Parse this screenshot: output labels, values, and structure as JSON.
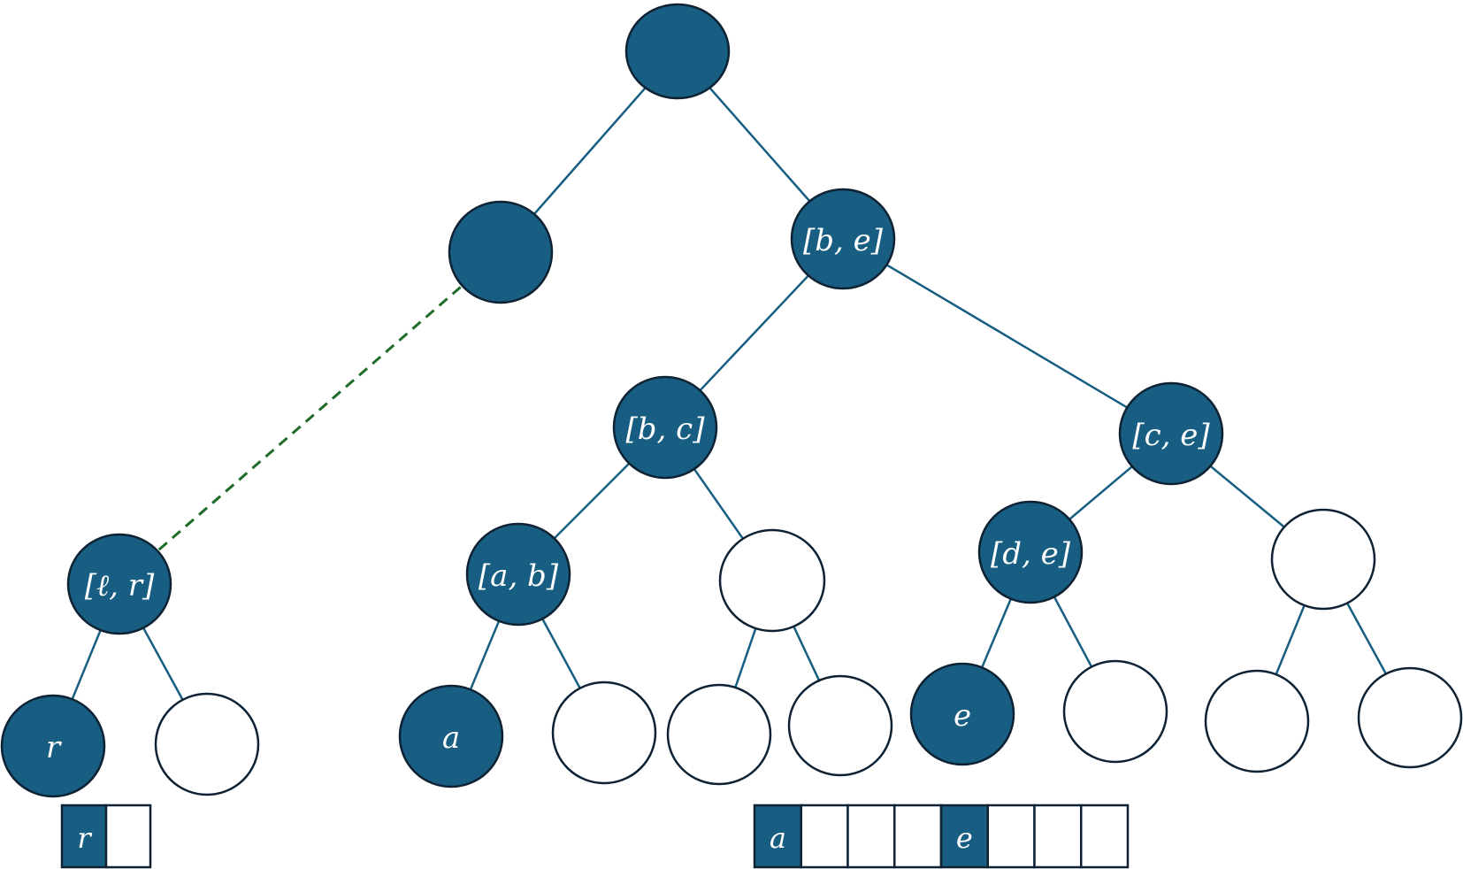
{
  "colors": {
    "filled": "#175e82",
    "edge": "#175e82",
    "outline": "#0e2233",
    "dashed": "#1f6b2a",
    "empty": "#ffffff"
  },
  "nodes": [
    {
      "id": "root",
      "label": "",
      "filled": true
    },
    {
      "id": "n-left",
      "label": "",
      "filled": true
    },
    {
      "id": "n-be",
      "label": "[b, e]",
      "filled": true
    },
    {
      "id": "n-bc",
      "label": "[b, c]",
      "filled": true
    },
    {
      "id": "n-ce",
      "label": "[c, e]",
      "filled": true
    },
    {
      "id": "n-lr",
      "label": "[ℓ, r]",
      "filled": true
    },
    {
      "id": "n-ab",
      "label": "[a, b]",
      "filled": true
    },
    {
      "id": "n-bc-right",
      "label": "",
      "filled": false
    },
    {
      "id": "n-de",
      "label": "[d, e]",
      "filled": true
    },
    {
      "id": "n-ce-right",
      "label": "",
      "filled": false
    },
    {
      "id": "leaf-r",
      "label": "r",
      "filled": true
    },
    {
      "id": "leaf-lr-right",
      "label": "",
      "filled": false
    },
    {
      "id": "leaf-a",
      "label": "a",
      "filled": true
    },
    {
      "id": "leaf-ab-right",
      "label": "",
      "filled": false
    },
    {
      "id": "leaf-bcr-left",
      "label": "",
      "filled": false
    },
    {
      "id": "leaf-bcr-right",
      "label": "",
      "filled": false
    },
    {
      "id": "leaf-e",
      "label": "e",
      "filled": true
    },
    {
      "id": "leaf-de-right",
      "label": "",
      "filled": false
    },
    {
      "id": "leaf-cer-left",
      "label": "",
      "filled": false
    },
    {
      "id": "leaf-cer-right",
      "label": "",
      "filled": false
    }
  ],
  "edges": [
    {
      "from": "root",
      "to": "n-left",
      "style": "solid"
    },
    {
      "from": "root",
      "to": "n-be",
      "style": "solid"
    },
    {
      "from": "n-be",
      "to": "n-bc",
      "style": "solid"
    },
    {
      "from": "n-be",
      "to": "n-ce",
      "style": "solid"
    },
    {
      "from": "n-bc",
      "to": "n-ab",
      "style": "solid"
    },
    {
      "from": "n-bc",
      "to": "n-bc-right",
      "style": "solid"
    },
    {
      "from": "n-ce",
      "to": "n-de",
      "style": "solid"
    },
    {
      "from": "n-ce",
      "to": "n-ce-right",
      "style": "solid"
    },
    {
      "from": "n-lr",
      "to": "leaf-r",
      "style": "solid"
    },
    {
      "from": "n-lr",
      "to": "leaf-lr-right",
      "style": "solid"
    },
    {
      "from": "n-ab",
      "to": "leaf-a",
      "style": "solid"
    },
    {
      "from": "n-ab",
      "to": "leaf-ab-right",
      "style": "solid"
    },
    {
      "from": "n-bc-right",
      "to": "leaf-bcr-left",
      "style": "solid"
    },
    {
      "from": "n-bc-right",
      "to": "leaf-bcr-right",
      "style": "solid"
    },
    {
      "from": "n-de",
      "to": "leaf-e",
      "style": "solid"
    },
    {
      "from": "n-de",
      "to": "leaf-de-right",
      "style": "solid"
    },
    {
      "from": "n-ce-right",
      "to": "leaf-cer-left",
      "style": "solid"
    },
    {
      "from": "n-ce-right",
      "to": "leaf-cer-right",
      "style": "solid"
    },
    {
      "from": "n-left",
      "to": "n-lr",
      "style": "dashed"
    }
  ],
  "arrays": [
    {
      "id": "array-left",
      "cells": [
        {
          "label": "r",
          "filled": true
        },
        {
          "label": "",
          "filled": false
        }
      ]
    },
    {
      "id": "array-right",
      "cells": [
        {
          "label": "a",
          "filled": true
        },
        {
          "label": "",
          "filled": false
        },
        {
          "label": "",
          "filled": false
        },
        {
          "label": "",
          "filled": false
        },
        {
          "label": "e",
          "filled": true
        },
        {
          "label": "",
          "filled": false
        },
        {
          "label": "",
          "filled": false
        },
        {
          "label": "",
          "filled": false
        }
      ]
    }
  ]
}
